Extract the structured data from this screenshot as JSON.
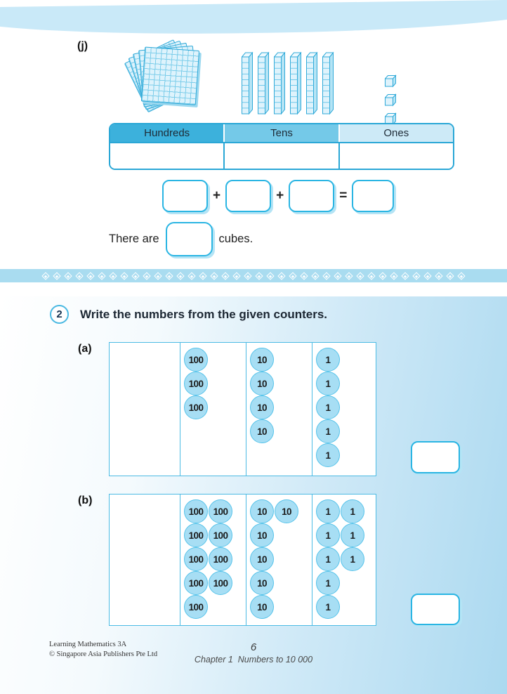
{
  "part_j": {
    "label": "(j)",
    "blocks": {
      "hundreds_flats": 5,
      "tens_rods": 6,
      "ones_cubes": 3
    },
    "hto_table": {
      "headers": [
        "Hundreds",
        "Tens",
        "Ones"
      ],
      "values": [
        "",
        "",
        ""
      ]
    },
    "equation": {
      "boxes": [
        "",
        "",
        "",
        ""
      ],
      "plus": "+",
      "equals": "="
    },
    "sentence": {
      "before": "There are",
      "answer": "",
      "after": "cubes."
    }
  },
  "question2": {
    "number": "2",
    "prompt": "Write the numbers from the given counters.",
    "parts": [
      {
        "label": "(a)",
        "columns": [
          {
            "rows": []
          },
          {
            "rows": [
              [
                "100"
              ],
              [
                "100"
              ],
              [
                "100"
              ]
            ]
          },
          {
            "rows": [
              [
                "10"
              ],
              [
                "10"
              ],
              [
                "10"
              ],
              [
                "10"
              ]
            ]
          },
          {
            "rows": [
              [
                "1"
              ],
              [
                "1"
              ],
              [
                "1"
              ],
              [
                "1"
              ],
              [
                "1"
              ]
            ]
          }
        ],
        "answer": ""
      },
      {
        "label": "(b)",
        "columns": [
          {
            "rows": []
          },
          {
            "rows": [
              [
                "100",
                "100"
              ],
              [
                "100",
                "100"
              ],
              [
                "100",
                "100"
              ],
              [
                "100",
                "100"
              ],
              [
                "100"
              ]
            ]
          },
          {
            "rows": [
              [
                "10",
                "10"
              ],
              [
                "10"
              ],
              [
                "10"
              ],
              [
                "10"
              ],
              [
                "10"
              ]
            ]
          },
          {
            "rows": [
              [
                "1",
                "1"
              ],
              [
                "1",
                "1"
              ],
              [
                "1",
                "1"
              ],
              [
                "1"
              ],
              [
                "1"
              ]
            ]
          }
        ],
        "answer": ""
      }
    ]
  },
  "footer": {
    "series": "Learning Mathematics 3A",
    "publisher": "© Singapore Asia Publishers Pte Ltd",
    "page_number": "6",
    "chapter": "Chapter 1  Numbers to 10 000"
  },
  "colors": {
    "accent": "#2aa7d6",
    "top_band": "#c9e9f8",
    "divider_band": "#a9dcf0",
    "panel_gradient_end": "#abd9f0",
    "header_hundreds": "#3cb1dc",
    "header_tens": "#74c9e8",
    "header_ones": "#cdeaf7",
    "counter_fill": "#a7def4",
    "counter_border": "#56c3ea",
    "box_border": "#2ab5e3"
  }
}
